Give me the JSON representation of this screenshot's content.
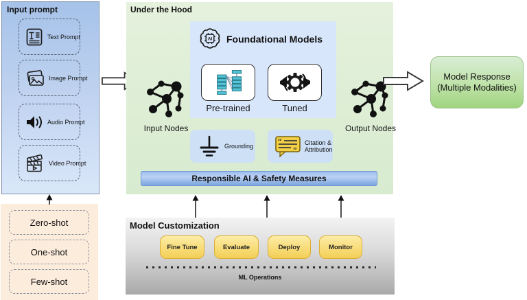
{
  "input_panel": {
    "title": "Input prompt",
    "items": [
      {
        "label": "Text Prompt",
        "icon": "text-prompt-icon"
      },
      {
        "label": "Image Prompt",
        "icon": "image-prompt-icon"
      },
      {
        "label": "Audio Prompt",
        "icon": "audio-prompt-icon"
      },
      {
        "label": "Video Prompt",
        "icon": "video-prompt-icon"
      }
    ]
  },
  "shot_panel": {
    "items": [
      {
        "label": "Zero-shot"
      },
      {
        "label": "One-shot"
      },
      {
        "label": "Few-shot"
      }
    ]
  },
  "under_the_hood": {
    "title": "Under the Hood",
    "input_nodes_label": "Input Nodes",
    "output_nodes_label": "Output Nodes",
    "foundational": {
      "title": "Foundational Models",
      "models": [
        {
          "label": "Pre-trained"
        },
        {
          "label": "Tuned"
        }
      ]
    },
    "grounding_label": "Grounding",
    "citation_label": "Citation & Attribution",
    "safety_bar_label": "Responsible AI & Safety Measures"
  },
  "model_customization": {
    "title": "Model Customization",
    "buttons": [
      {
        "label": "Fine Tune"
      },
      {
        "label": "Evaluate"
      },
      {
        "label": "Deploy"
      },
      {
        "label": "Monitor"
      }
    ],
    "footer_label": "ML Operations"
  },
  "model_response": {
    "line1": "Model Response",
    "line2": "(Multiple Modalities)"
  },
  "colors": {
    "input_panel_top": "#a6c2e9",
    "input_panel_bottom": "#d9e7f9",
    "shot_panel_bg": "#fcecdc",
    "hood_bg": "#dcedd4",
    "foundational_bg": "#d7e6fa",
    "sub_box_bg": "#cde0f6",
    "safety_bar_blue": "#7ba4de",
    "customization_gray_top": "#f3f3f3",
    "customization_gray_bottom": "#a9a9a9",
    "button_yellow_top": "#fdeca6",
    "button_yellow_bottom": "#f3cf57",
    "response_green_top": "#d9edd4",
    "response_green_bottom": "#a0d47f",
    "pretrained_node_teal": "#52c6d8",
    "citation_bubble_yellow": "#f2cf44",
    "icon_black": "#111111"
  }
}
